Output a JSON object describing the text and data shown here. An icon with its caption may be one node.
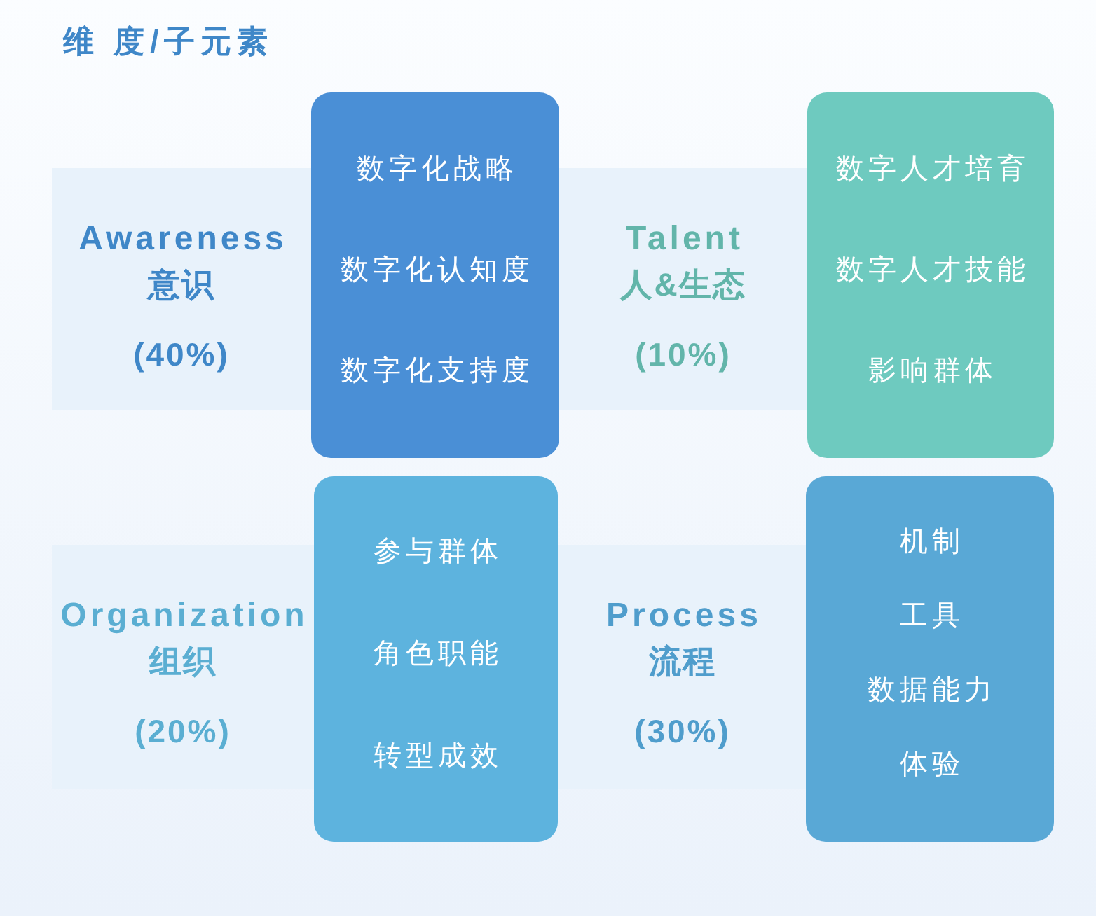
{
  "diagram": {
    "title": "维 度/子元素",
    "nodes": [
      {
        "text": [
          "Awareness",
          "意识",
          "(40%)"
        ]
      },
      {
        "text": [
          "数字化战略",
          "数字化认知度",
          "数字化支持度"
        ]
      },
      {
        "text": [
          "Talent",
          "人&生态",
          "(10%)"
        ]
      },
      {
        "text": [
          "数字人才培育",
          "数字人才技能",
          "影响群体"
        ]
      },
      {
        "text": [
          "Organization",
          "组织",
          "(20%)"
        ]
      },
      {
        "text": [
          "参与群体",
          "角色职能",
          "转型成效"
        ]
      },
      {
        "text": [
          "Process",
          "流程",
          "(30%)"
        ]
      },
      {
        "text": [
          "机制",
          "工具",
          "数据能力",
          "体验"
        ]
      }
    ]
  }
}
